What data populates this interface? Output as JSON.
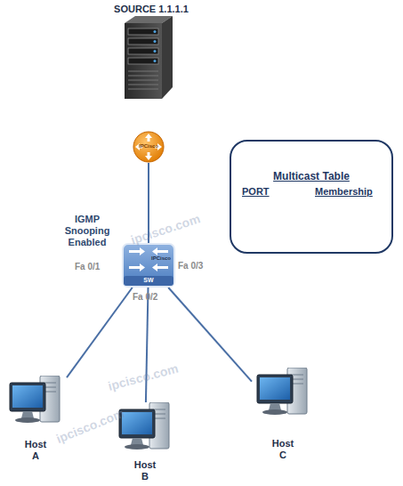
{
  "diagram": {
    "nodes": [
      {
        "text": [
          "SOURCE 1.1.1.1"
        ]
      },
      {
        "text": [
          "IPCisco"
        ]
      },
      {
        "text": [
          "IPCisco",
          "SW"
        ]
      },
      {
        "text": [
          "Host A"
        ]
      },
      {
        "text": [
          "Host B"
        ]
      },
      {
        "text": [
          "Host C"
        ]
      },
      {
        "text": [
          "Multicast Table",
          "PORT",
          "Membership"
        ]
      }
    ],
    "edges": [
      {
        "from": 1,
        "to": 2,
        "arrow": "none"
      },
      {
        "from": 2,
        "to": 3,
        "arrow": "none"
      },
      {
        "from": 2,
        "to": 4,
        "arrow": "none"
      },
      {
        "from": 2,
        "to": 5,
        "arrow": "none"
      }
    ],
    "labels": [
      "IGMP Snooping Enabled",
      "Fa 0/1",
      "Fa 0/2",
      "Fa 0/3",
      "ipcisco.com",
      "ipcisco.com",
      "ipcisco.com"
    ]
  }
}
